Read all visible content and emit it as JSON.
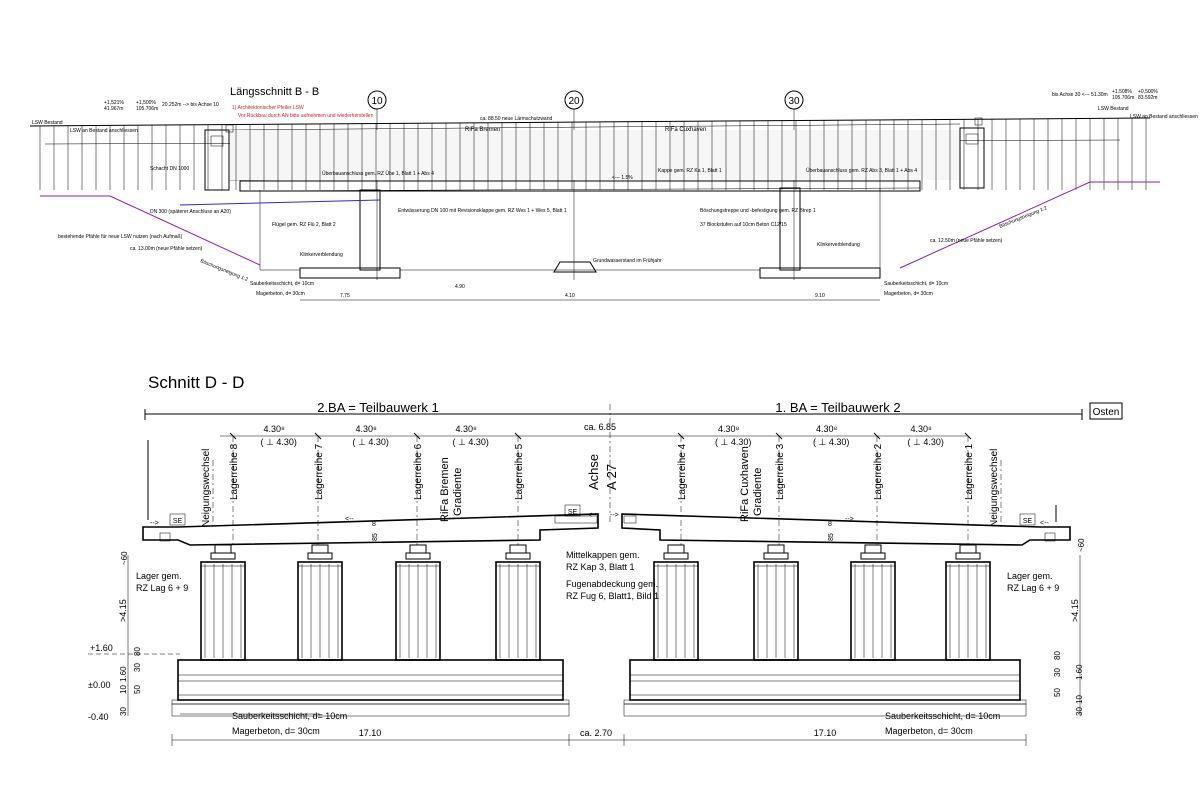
{
  "top": {
    "title": "Längsschnitt B - B",
    "axes": [
      "10",
      "20",
      "30"
    ],
    "note_red_1": "1) Architektonischer Pfeiler LSW",
    "note_red_2": "Vor Rückbau durch AN bitte aufnehmen und wiederherstellen",
    "left_level_1": "+1,521%",
    "left_level_2": "41.967m",
    "left_level_3": "+1,500%",
    "left_level_4": "105.706m",
    "left_level_5": "20.252m --> bis Achse 10",
    "right_level_1": "bis Achse 30 <--- 51.30m",
    "right_level_2": "+1,508%",
    "right_level_3": "105.706m",
    "right_level_4": "+0,500%",
    "right_level_5": "83.592m",
    "lsw_left": "LSW Bestand",
    "lsw_left_2": "LSW an Bestand anschliessen",
    "lsw_right": "LSW Bestand",
    "lsw_right_2": "LSW an Bestand anschliessen",
    "wall_label": "ca. 88.50  neue Lärmschutzwand",
    "dir_left": "RiFa Bremen",
    "dir_right": "RiFa Cuxhaven",
    "slope": "<--- 1.5%",
    "ueberbau_left": "Überbauanschluss gem. RZ Übe 1, Blatt 1 + Abs 4",
    "ueberbau_right": "Überbauanschluss gem. RZ Abs 3, Blatt 1 + Abs 4",
    "kappe": "Kappe gem. RZ Ka 1, Blatt 1",
    "schacht": "Schacht DN 1000",
    "dn300": "DN 300 (späterer Anschluss an A20)",
    "entwaesserung": "Entwässerung DN 100 mit Revisionsklappe gem. RZ Wes 1 + Wes 5, Blatt 1",
    "boeschung_r": "Böschungstreppe und -befestigung gem. RZ Btrep 1",
    "bloecke": "37 Blockstufen auf 10cm Beton C12/15",
    "klinker": "Klinkerverblendung",
    "grundwasser": "Grundwasserstand im Frühjahr",
    "sauberkeit_top": "Sauberkeitsschicht, d= 10cm",
    "mager_top": "Magerbeton, d= 30cm",
    "dim_1": "7.75",
    "dim_2": "4.90",
    "dim_3": "4.10",
    "dim_4": "9.10",
    "dim_5": "ca. 13.00m (neue Pfähle setzen)",
    "dim_6": "ca. 12.50m (neue Pfähle setzen)",
    "pfaehle": "bestehende Pfähle für neue LSW nutzen (nach Aufmaß)",
    "boeschung_l": "Böschungsneigung 1:2",
    "boeschung_r2": "Böschungsneigung 1:2",
    "fluegel": "Flügel gem. RZ Flü 2, Blatt 2"
  },
  "bottom": {
    "title": "Schnitt D - D",
    "osten": "Osten",
    "ba2": "2.BA = Teilbauwerk 1",
    "ba1": "1. BA = Teilbauwerk 2",
    "span_main": "4.30⁸",
    "span_sub": "( ⊥ 4.30)",
    "ca685": "ca. 6.85",
    "achse_1": "Achse",
    "achse_2": "A 27",
    "lager": [
      "Lagerreihe 8",
      "Lagerreihe 7",
      "Lagerreihe 6",
      "Lagerreihe 5",
      "Lagerreihe 4",
      "Lagerreihe 3",
      "Lagerreihe 2",
      "Lagerreihe 1"
    ],
    "neigung": "Neigungswechsel",
    "gradiente_l_1": "RiFa Bremen",
    "gradiente_l_2": "Gradiente",
    "gradiente_r_1": "RiFa Cuxhaven",
    "gradiente_r_2": "Gradiente",
    "se": "SE",
    "arrow_l": "<--",
    "arrow_r": "-->",
    "n8": "8",
    "n85": "85",
    "n60": "~60",
    "mittelkappen_1": "Mittelkappen gem.",
    "mittelkappen_2": "RZ Kap 3, Blatt 1",
    "fugen_1": "Fugenabdeckung gem.",
    "fugen_2": "RZ Fug 6, Blatt1, Bild 1",
    "lager_gem": "Lager gem.",
    "lager_rz": "RZ Lag 6 + 9",
    "h415": ">4.15",
    "lvl_p160": "+1.60",
    "lvl_0": "±0.00",
    "lvl_m040": "-0.40",
    "d30": "30",
    "d80": "80",
    "d10": "10",
    "d160": "1.60",
    "d50": "50",
    "sauberkeit": "Sauberkeitsschicht, d= 10cm",
    "mager": "Magerbeton, d= 30cm",
    "w1710": "17.10",
    "ca270": "ca. 2.70"
  }
}
